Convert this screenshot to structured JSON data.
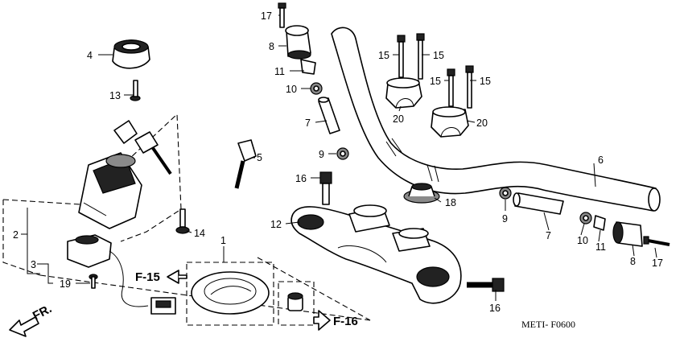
{
  "diagram": {
    "callouts": {
      "c1": "1",
      "c2": "2",
      "c3": "3",
      "c4": "4",
      "c5": "5",
      "c6": "6",
      "c7a": "7",
      "c7b": "7",
      "c8a": "8",
      "c8b": "8",
      "c9a": "9",
      "c9b": "9",
      "c10a": "10",
      "c10b": "10",
      "c11a": "11",
      "c11b": "11",
      "c12": "12",
      "c13": "13",
      "c14": "14",
      "c15a": "15",
      "c15b": "15",
      "c15c": "15",
      "c15d": "15",
      "c16a": "16",
      "c16b": "16",
      "c17a": "17",
      "c17b": "17",
      "c18": "18",
      "c19": "19",
      "c20a": "20",
      "c20b": "20"
    },
    "refs": {
      "f15": "F-15",
      "f16": "F-16",
      "front": "FR."
    },
    "diagram_code": "METI- F0600"
  }
}
